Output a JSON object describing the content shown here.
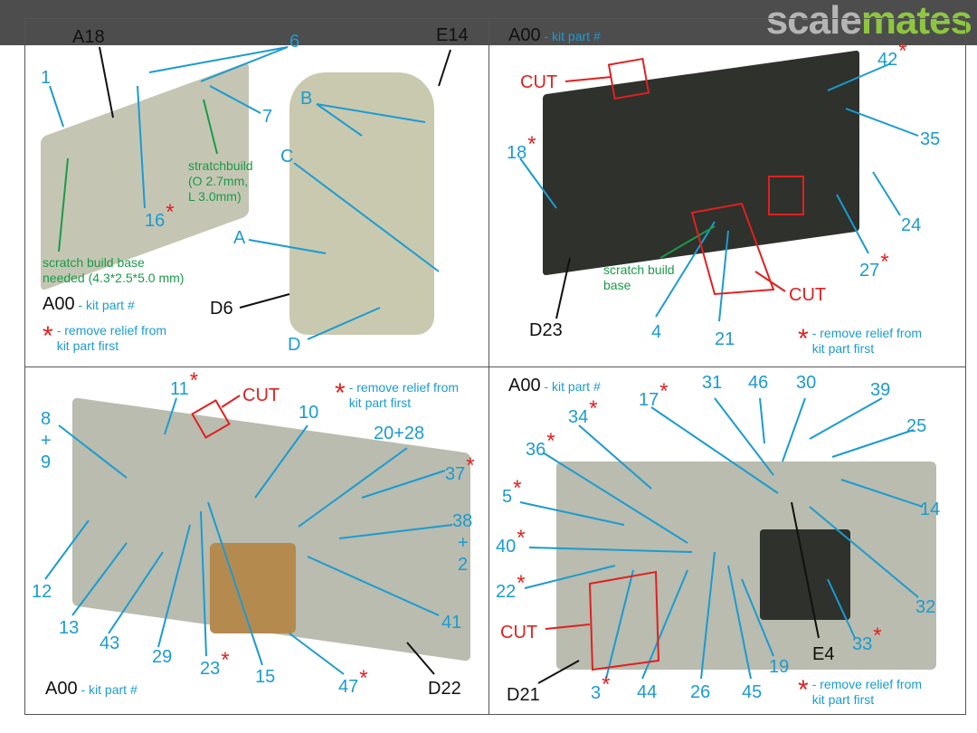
{
  "logo": {
    "part1": "scale",
    "part2": "mates"
  },
  "legend": {
    "code": "A00",
    "kit_part": " - kit part #",
    "remove": "- remove relief from",
    "remove2": "kit part first"
  },
  "q1": {
    "A18": "A18",
    "6": "6",
    "E14": "E14",
    "1": "1",
    "B": "B",
    "7": "7",
    "C": "C",
    "stratch": "stratchbuild\n(O 2.7mm,\nL 3.0mm)",
    "16": "16",
    "A": "A",
    "scratch": "scratch build base\nneeded (4.3*2.5*5.0 mm)",
    "D6": "D6",
    "D": "D"
  },
  "q2": {
    "42": "42",
    "CUT1": "CUT",
    "18": "18",
    "35": "35",
    "24": "24",
    "27": "27",
    "scratch": "scratch build\nbase",
    "CUT2": "CUT",
    "D23": "D23",
    "4": "4",
    "21": "21"
  },
  "q3": {
    "11": "11",
    "CUT": "CUT",
    "8": "8",
    "plus1": "+",
    "9": "9",
    "10": "10",
    "2028": "20+28",
    "37": "37",
    "38": "38",
    "plus2": "+",
    "2": "2",
    "12": "12",
    "13": "13",
    "43": "43",
    "29": "29",
    "23": "23",
    "15": "15",
    "41": "41",
    "47": "47",
    "D22": "D22"
  },
  "q4": {
    "31": "31",
    "46": "46",
    "30": "30",
    "39": "39",
    "17": "17",
    "34": "34",
    "25": "25",
    "36": "36",
    "5": "5",
    "14": "14",
    "40": "40",
    "22": "22",
    "32": "32",
    "CUT": "CUT",
    "33": "33",
    "E4": "E4",
    "19": "19",
    "D21": "D21",
    "3": "3",
    "44": "44",
    "26": "26",
    "45": "45"
  },
  "star": "*"
}
